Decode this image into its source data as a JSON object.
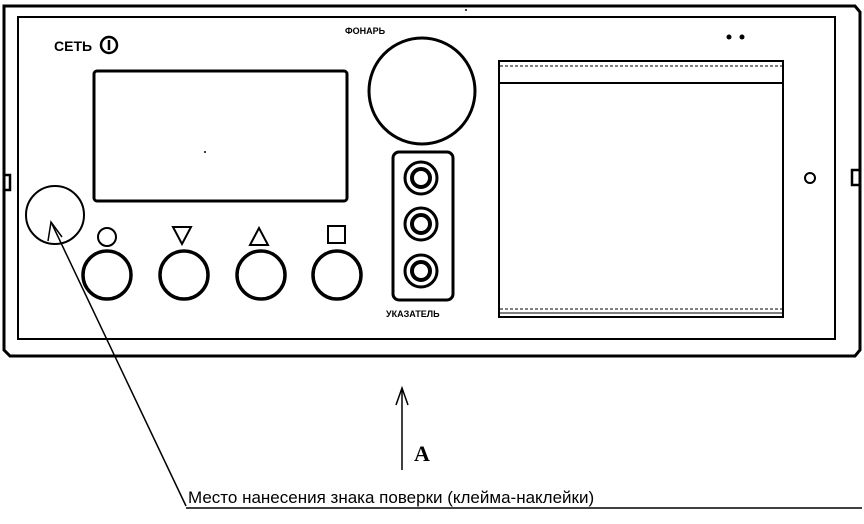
{
  "panel": {
    "power_label": "СЕТЬ",
    "power_icon": "power-switch-icon",
    "lamp_label": "ФОНАРЬ",
    "indicator_label": "УКАЗАТЕЛЬ"
  },
  "buttons": [
    {
      "name": "circle",
      "symbol_icon": "circle-symbol-icon"
    },
    {
      "name": "down",
      "symbol_icon": "triangle-down-icon"
    },
    {
      "name": "up",
      "symbol_icon": "triangle-up-icon"
    },
    {
      "name": "square",
      "symbol_icon": "square-symbol-icon"
    }
  ],
  "view": {
    "letter": "А"
  },
  "caption": "Место нанесения знака поверки (клейма-наклейки)"
}
